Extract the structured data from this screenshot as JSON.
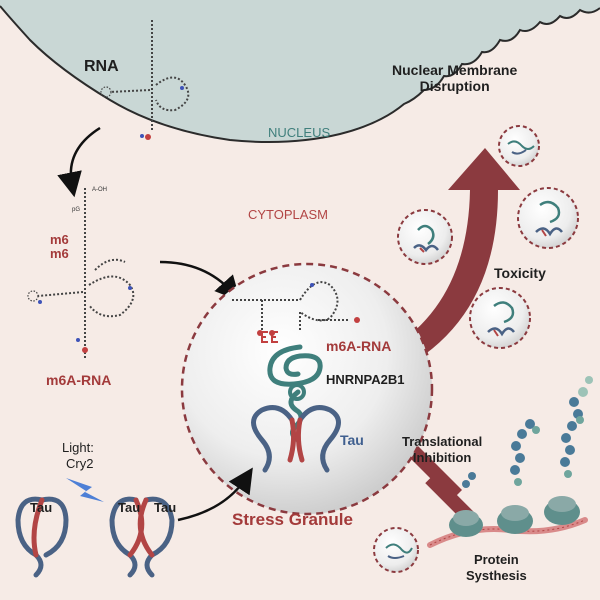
{
  "labels": {
    "rna": "RNA",
    "nucleus": "NUCLEUS",
    "cytoplasm": "CYTOPLASM",
    "nuclear_line1": "Nuclear Membrane",
    "nuclear_line2": "Disruption",
    "m6_1": "m6",
    "m6_2": "m6",
    "m6a_rna_left": "m6A-RNA",
    "m6a_rna_granule": "m6A-RNA",
    "hnrnpa2b1": "HNRNPA2B1",
    "tau_granule": "Tau",
    "stress_granule": "Stress Granule",
    "toxicity": "Toxicity",
    "translational_line1": "Translational",
    "translational_line2": "Inhibition",
    "light": "Light:",
    "cry2": "Cry2",
    "tau_1": "Tau",
    "tau_2": "Tau",
    "tau_3": "Tau",
    "protein": "Protein",
    "synthesis": "Systhesis"
  },
  "rna_glyphs": {
    "a_oh": "A-OH",
    "pg": "pG"
  },
  "colors": {
    "nucleus_fill": "#c9d7d5",
    "cytoplasm_bg": "#f6ebe6",
    "maroon": "#8b3a3f",
    "tau_blue": "#4a6285",
    "tau_red": "#b24545",
    "hnrnp_teal": "#3f7f7c",
    "label_red": "#a33a3a"
  }
}
